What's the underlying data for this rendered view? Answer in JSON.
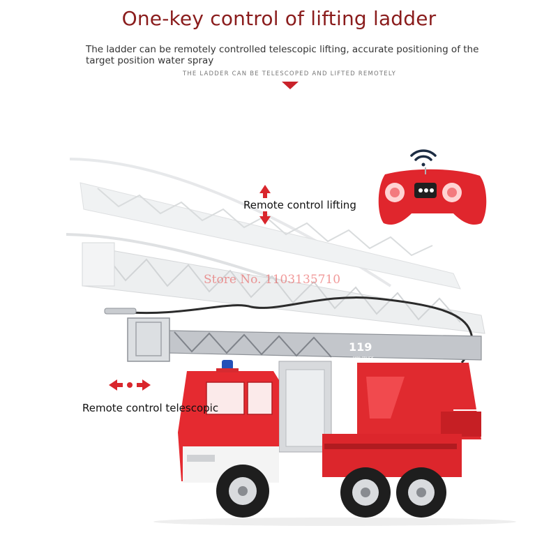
{
  "header": {
    "title": "One-key control of lifting ladder",
    "description": "The ladder can be remotely controlled telescopic lifting, accurate positioning of the target position water spray",
    "subcaption": "THE LADDER CAN BE TELESCOPED AND LIFTED REMOTELY"
  },
  "callouts": {
    "lift": "Remote control lifting",
    "telescopic": "Remote control telescopic"
  },
  "truck": {
    "ladder_text": "119",
    "ladder_subtext": "FIRE TRUCK"
  },
  "watermark": "Store No. 1103135710",
  "colors": {
    "title": "#8a1c1c",
    "accent_red": "#d9262c",
    "ladder_gray": "#b8bcc2",
    "ghost_ladder": "#e6e8ea"
  },
  "icons": {
    "signal": "wifi-signal-icon",
    "vertical_arrows": "up-down-arrows-icon",
    "horizontal_arrows": "left-right-arrows-icon",
    "pointer": "down-triangle-icon"
  }
}
